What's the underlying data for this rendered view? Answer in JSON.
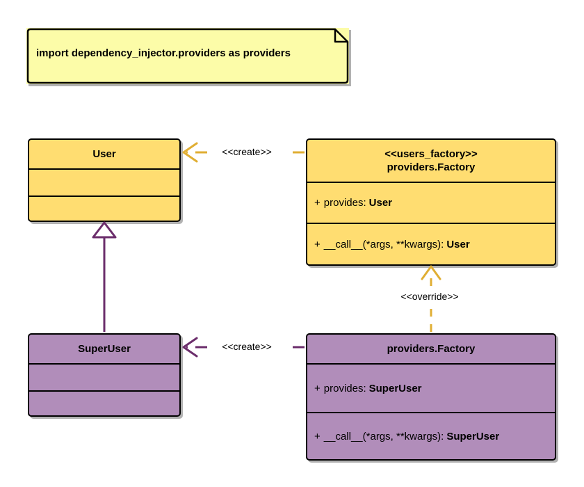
{
  "diagram": {
    "type": "uml-class-diagram",
    "note": {
      "text": "import dependency_injector.providers as providers"
    },
    "classes": [
      {
        "id": "user",
        "name": "User",
        "stereotype": "",
        "color": "#FFDD71",
        "attributes": [],
        "methods": []
      },
      {
        "id": "users-factory",
        "name": "providers.Factory",
        "stereotype": "<<users_factory>>",
        "color": "#FFDD71",
        "attributes": [
          {
            "visibility": "+",
            "name": "provides:",
            "type": "User"
          }
        ],
        "methods": [
          {
            "visibility": "+",
            "name": "__call__(*args, **kwargs):",
            "type": "User"
          }
        ]
      },
      {
        "id": "superuser",
        "name": "SuperUser",
        "stereotype": "",
        "color": "#B18DBA",
        "attributes": [],
        "methods": []
      },
      {
        "id": "super-factory",
        "name": "providers.Factory",
        "stereotype": "",
        "color": "#B18DBA",
        "attributes": [
          {
            "visibility": "+",
            "name": "provides:",
            "type": "SuperUser"
          }
        ],
        "methods": [
          {
            "visibility": "+",
            "name": "__call__(*args, **kwargs):",
            "type": "SuperUser"
          }
        ]
      }
    ],
    "relations": [
      {
        "id": "create-user",
        "label": "<<create>>",
        "style": "dashed",
        "arrow": "open",
        "color": "#E0AE33",
        "from": "users-factory",
        "to": "user"
      },
      {
        "id": "create-superuser",
        "label": "<<create>>",
        "style": "dashed",
        "arrow": "open",
        "color": "#6B2D6B",
        "from": "super-factory",
        "to": "superuser"
      },
      {
        "id": "override",
        "label": "<<override>>",
        "style": "dashed",
        "arrow": "open",
        "color": "#E0AE33",
        "from": "super-factory",
        "to": "users-factory"
      },
      {
        "id": "inherit",
        "label": "",
        "style": "solid",
        "arrow": "hollow-triangle",
        "color": "#6B2D6B",
        "from": "superuser",
        "to": "user"
      }
    ]
  }
}
